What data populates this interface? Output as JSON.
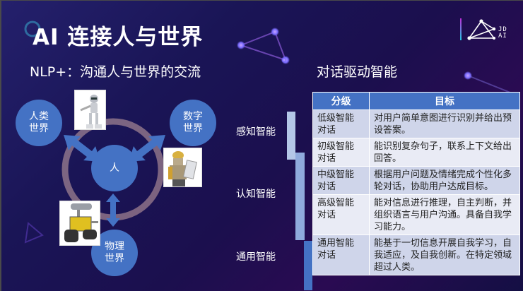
{
  "slide": {
    "title": "AI 连接人与世界",
    "subtitle_left": "NLP+：沟通人与世界的交流",
    "subtitle_right": "对话驱动智能",
    "logo": {
      "icon": "jd-ai-logo-icon",
      "line1": "JD",
      "line2": "AI"
    },
    "colors": {
      "background": "#1b1556",
      "accent": "#4472c4",
      "ring": "#8c6a80"
    }
  },
  "diagram": {
    "center": "人",
    "nodes": [
      {
        "id": "human-world",
        "line1": "人类",
        "line2": "世界"
      },
      {
        "id": "digital-world",
        "line1": "数字",
        "line2": "世界"
      },
      {
        "id": "physical-world",
        "line1": "物理",
        "line2": "世界"
      }
    ],
    "images": [
      "white-robot-image",
      "gold-robot-image",
      "wall-e-robot-image"
    ]
  },
  "levels": [
    {
      "label": "感知智能",
      "color": "#b4c7e7"
    },
    {
      "label": "认知智能",
      "color": "#8faadc"
    },
    {
      "label": "通用智能",
      "color": "#4472c4"
    }
  ],
  "table": {
    "headers": [
      "分级",
      "目标"
    ],
    "rows": [
      {
        "level_line1": "低级智能",
        "level_line2": "对话",
        "goal": "对用户简单意图进行识别并给出预设答案。"
      },
      {
        "level_line1": "初级智能",
        "level_line2": "对话",
        "goal": "能识别复杂句子，联系上下文给出回答。"
      },
      {
        "level_line1": "中级智能",
        "level_line2": "对话",
        "goal": "根据用户问题及情绪完成个性化多轮对话，协助用户达成目标。"
      },
      {
        "level_line1": "高级智能",
        "level_line2": "对话",
        "goal": "能对信息进行推理，自主判断，并组织语言与用户沟通。具备自我学习能力。"
      },
      {
        "level_line1": "通用智能",
        "level_line2": "对话",
        "goal": "能基于一切信息开展自我学习，自我适应，及自我创新。在特定领域超过人类。"
      }
    ]
  }
}
